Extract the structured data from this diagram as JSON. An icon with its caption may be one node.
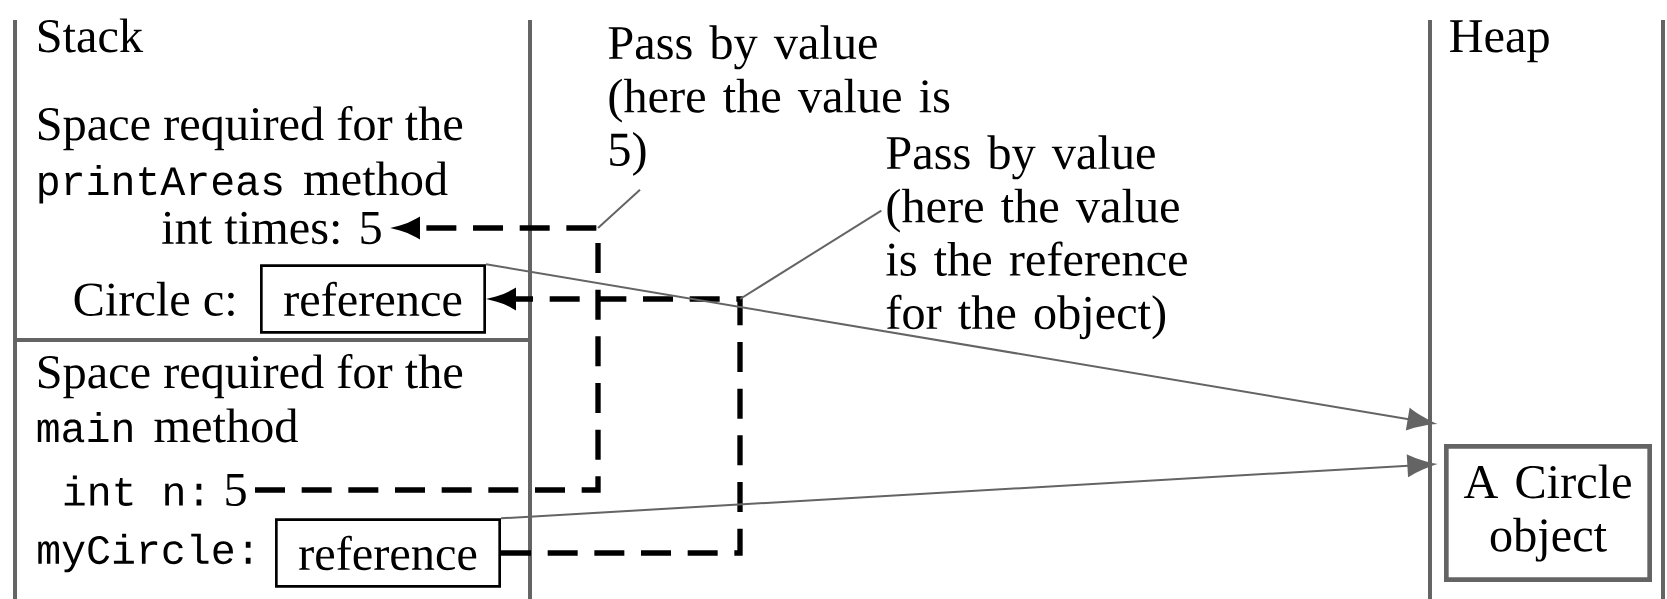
{
  "diagram": {
    "nodes": [
      {
        "text": [
          "int times: 5"
        ]
      },
      {
        "text": [
          "reference"
        ],
        "beside": [
          "Circle c:"
        ]
      },
      {
        "text": [
          "int n:",
          "5"
        ]
      },
      {
        "text": [
          "reference"
        ],
        "beside": [
          "myCircle:"
        ]
      },
      {
        "text": [
          "A Circle object"
        ]
      },
      {
        "text": [
          "Pass by value (here the value is 5)"
        ]
      },
      {
        "text": [
          "Pass by value (here the value is the reference for the object)"
        ]
      }
    ],
    "edges": [
      {
        "from": 2,
        "to": 0,
        "arrow": "to",
        "style": "dashed",
        "color": "#000000"
      },
      {
        "from": 3,
        "to": 1,
        "arrow": "to",
        "style": "dashed",
        "color": "#000000"
      },
      {
        "from": 1,
        "to": 4,
        "arrow": "to"
      },
      {
        "from": 3,
        "to": 4,
        "arrow": "to"
      },
      {
        "from": 5,
        "to": null,
        "arrow": "none"
      },
      {
        "from": 6,
        "to": null,
        "arrow": "none"
      }
    ],
    "labels": [
      "Stack",
      "Space required for the",
      "printAreas",
      "method",
      "Space required for the",
      "main",
      "method",
      "Heap"
    ]
  }
}
